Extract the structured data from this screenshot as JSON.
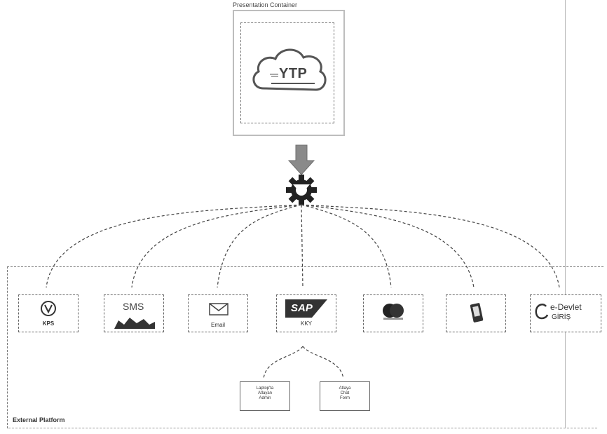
{
  "container": {
    "title": "Presentation Container",
    "app_label": "YTP"
  },
  "platforms": [
    {
      "label": "KPS",
      "logo_text": "KPS"
    },
    {
      "label": "",
      "logo_text": "SMS"
    },
    {
      "label": "Email",
      "logo_text": ""
    },
    {
      "label": "KKY",
      "logo_text": "SAP"
    },
    {
      "label": "",
      "logo_text": ""
    },
    {
      "label": "",
      "logo_text": ""
    },
    {
      "label": "",
      "logo_text": "e-Devlet",
      "logo_text2": "GİRİŞ"
    }
  ],
  "sub_nodes": [
    {
      "lines": [
        "Laptop'ta",
        "Atlayan",
        "Admin"
      ]
    },
    {
      "lines": [
        "Atlaya",
        "Chat",
        "Form"
      ]
    }
  ],
  "external": {
    "label": "External Platform"
  }
}
